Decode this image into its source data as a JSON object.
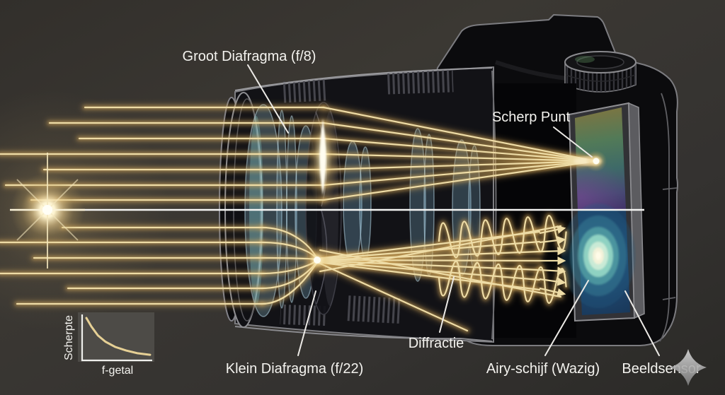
{
  "labels": {
    "groot_diafragma": "Groot Diafragma (f/8)",
    "scherp_punt": "Scherp Punt",
    "klein_diafragma": "Klein Diafragma (f/22)",
    "diffractie": "Diffractie",
    "airy_schijf": "Airy-schijf (Wazig)",
    "beeldsensor": "Beeldsensor"
  },
  "chart_data": {
    "type": "line",
    "title": "",
    "xlabel": "f-getal",
    "ylabel": "Scherpte",
    "points": [
      [
        0,
        1
      ],
      [
        0.08,
        0.78
      ],
      [
        0.18,
        0.56
      ],
      [
        0.3,
        0.4
      ],
      [
        0.45,
        0.27
      ],
      [
        0.62,
        0.18
      ],
      [
        0.8,
        0.11
      ],
      [
        1,
        0.07
      ]
    ],
    "grid": false,
    "legend": "none",
    "line_color": "#e6d095"
  },
  "colors": {
    "background": "#35332f",
    "ray": "#eedca6",
    "ray_glow": "#c79a52",
    "optical_axis": "#f5f5f3",
    "lens_glass": "#7db2d2",
    "sensor_screen_blue": "#1d4166",
    "airy_teal": "#8fd2c2",
    "label_text": "#f4f3ef",
    "camera_outline": "#7c7c80"
  },
  "icons": {
    "sparkle": "four-point-star"
  }
}
